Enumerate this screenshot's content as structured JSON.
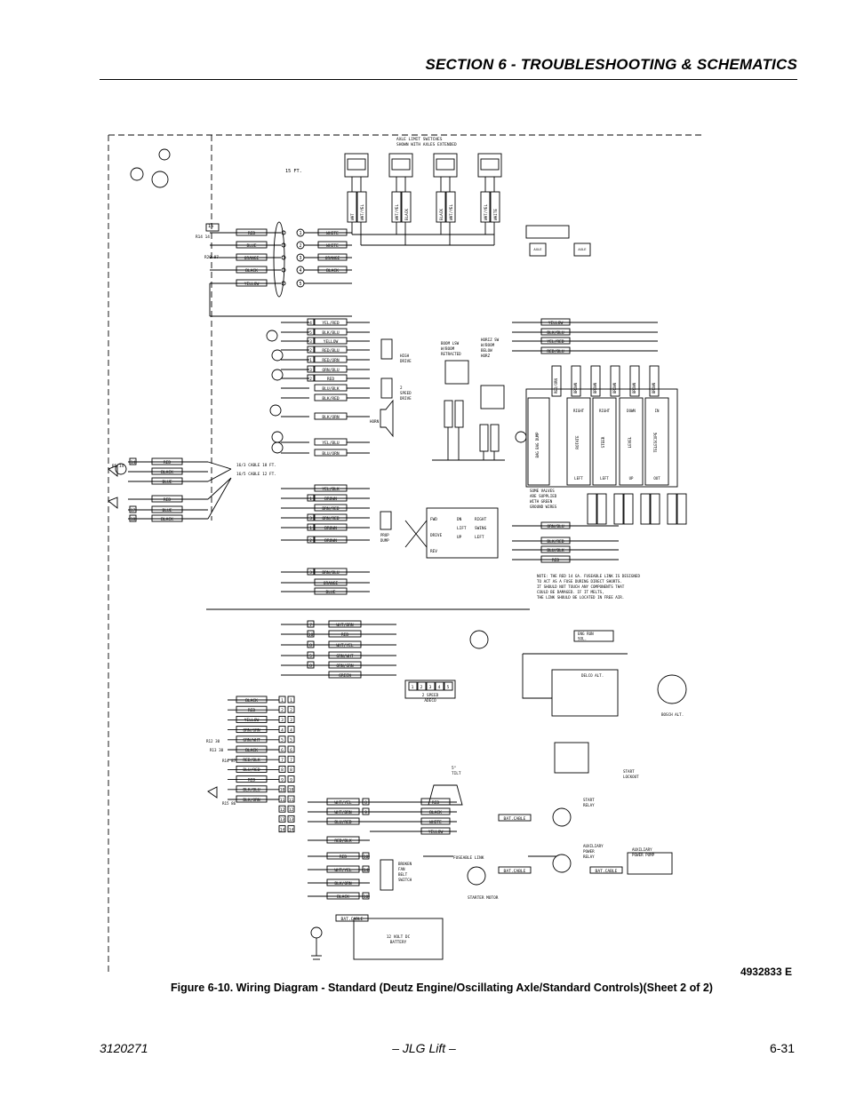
{
  "header": {
    "section_title": "SECTION 6 - TROUBLESHOOTING & SCHEMATICS"
  },
  "figure": {
    "drawing_number": "4932833 E",
    "caption": "Figure 6-10.  Wiring Diagram - Standard (Deutz Engine/Oscillating Axle/Standard Controls)(Sheet 2 of 2)"
  },
  "footer": {
    "doc_number": "3120271",
    "center": "– JLG Lift –",
    "page": "6-31"
  },
  "schematic": {
    "axle_note": [
      "AXLE LIMIT SWITCHES",
      "SHOWN WITH AXLES EXTENDED"
    ],
    "cable_len_top": "15 FT.",
    "top_wires_left": [
      "RED",
      "BLUE",
      "ORANGE",
      "BLACK",
      "YELLOW"
    ],
    "top_wires_right": [
      "WHITE",
      "WHITE",
      "ORANGE",
      "BLACK"
    ],
    "top_pins": [
      "1",
      "2",
      "3",
      "4",
      "5"
    ],
    "axle_switch_wires": [
      "WHT",
      "WHT/YEL",
      "WHT/YEL",
      "BLACK",
      "BLACK",
      "WHT/YEL",
      "WHT/YEL",
      "WHITE"
    ],
    "axle_ext": "AXLE EXT",
    "relay_refs": [
      "R14 14",
      "R20 87",
      "R5 14",
      "R14 30"
    ],
    "mid_wires": [
      "YEL/RED",
      "BLK/BLU",
      "YELLOW",
      "RED/BLU",
      "RED/ORN",
      "ORN/BLU",
      "RED",
      "BLU/BLK",
      "BLK/RED",
      "BLK/ORN",
      "YEL/BLU",
      "BLU/ORN"
    ],
    "mid_pins": [
      "4",
      "5",
      "3",
      "2",
      "1",
      "3",
      "2"
    ],
    "high_drive": [
      "HIGH",
      "DRIVE"
    ],
    "two_speed_drive": [
      "2",
      "SPEED",
      "DRIVE"
    ],
    "horn": "HORN",
    "boom_lsw": [
      "BOOM LSW",
      "W/BOOM",
      "RETRACTED"
    ],
    "horiz_sw": [
      "HORIZ SW",
      "W/BOOM",
      "BELOW",
      "HORZ"
    ],
    "valve_wires_right": [
      "YELLOW",
      "BLK/BLU",
      "YEL/RED",
      "RED/BLU"
    ],
    "valve_labels_top": [
      "RIGHT",
      "RIGHT",
      "DOWN",
      "IN"
    ],
    "valve_names": [
      "ROTATE",
      "STEER",
      "LEVEL",
      "TELESCOPE"
    ],
    "valve_labels_bottom": [
      "LEFT",
      "LEFT",
      "UP",
      "OUT"
    ],
    "bag_dump": [
      "BAG",
      "BAG",
      "DUMP"
    ],
    "ground_note": [
      "SOME VALVES",
      "ARE SUPPLIED",
      "WITH GREEN",
      "GROUND WIRES"
    ],
    "valve_brown": [
      "RED/ORN",
      "BROWN",
      "BROWN",
      "BROWN",
      "BROWN",
      "BROWN"
    ],
    "lower_valve_wires": [
      "ORN/BLU",
      "BLK/RED",
      "BLU/BLK",
      "RED"
    ],
    "note": [
      "NOTE:  THE RED 14 GA. FUSEABLE LINK IS DESIGNED",
      "TO ACT AS A FUSE DURING DIRECT SHORTS.",
      "IT SHOULD NOT TOUCH ANY COMPONENTS THAT",
      "COULD BE DAMAGED.  IF IT MELTS,",
      "THE LINK SHOULD BE LOCATED IN FREE AIR."
    ],
    "cable_16_3": "16/3 CABLE 18 FT.",
    "cable_16_5": "16/5 CABLE 12 FT.",
    "left_cable_wires": [
      "RED",
      "BLACK",
      "BLUE",
      "RED",
      "BLUE",
      "BLACK"
    ],
    "left_cable_pins": [
      "14",
      "17",
      "18"
    ],
    "drive_wires": [
      "YEL/BLK",
      "BROWN",
      "BRN/RED",
      "ORN/RED",
      "BROWN",
      "BROWN",
      "BRN/BLU",
      "ORANGE",
      "BLUE"
    ],
    "drive_pins": [
      "1",
      "3",
      "1",
      "2",
      "3"
    ],
    "prop_dump": [
      "PROP",
      "DUMP"
    ],
    "drive_block": [
      "FWD",
      "DRIVE",
      "REV",
      "DN",
      "LIFT",
      "UP",
      "RIGHT",
      "SWING",
      "LEFT"
    ],
    "engine_wires": [
      "WHT/BRN",
      "RED",
      "WHT/YEL",
      "GRN/WHT",
      "ORN/GRN",
      "GREEN"
    ],
    "engine_nums": [
      "7",
      "10",
      "8",
      "5",
      "8"
    ],
    "eng_run_sol": [
      "ENG RUN",
      "SOL."
    ],
    "adeco": [
      "2 SPEED",
      "ADECO"
    ],
    "adeco_pins": [
      "1",
      "2",
      "3",
      "4",
      "5"
    ],
    "deloo_alt": "DELCO ALT.",
    "bosch_alt": "BOSCH ALT.",
    "terminal_wires": [
      "BLACK",
      "RED",
      "YELLOW",
      "ORN/GRN",
      "GRN/WHT",
      "BLACK",
      "RED/BLK",
      "BLU/RED",
      "RED",
      "BLK/BLU",
      "BLK/ORN"
    ],
    "terminal_nums": [
      "10",
      "10",
      "12",
      "",
      "",
      "7",
      "",
      "",
      "12",
      "",
      ""
    ],
    "terminal_pins": [
      "1",
      "2",
      "3",
      "4",
      "5",
      "6",
      "7",
      "8",
      "9",
      "10",
      "11",
      "12",
      "13",
      "14"
    ],
    "relay_refs_lower": [
      "R12 30",
      "R13 30",
      "R14 87",
      "R15 86"
    ],
    "start_lockout": [
      "START",
      "LOCKOUT"
    ],
    "start_relay": [
      "START",
      "RELAY"
    ],
    "tilt": [
      "5°",
      "TILT"
    ],
    "tilt_wires": [
      "RED",
      "BLACK",
      "WHITE",
      "YELLOW"
    ],
    "lower_wires": [
      "WHT/YEL",
      "WHT/BRN",
      "BLU/RED",
      "RED/BLK",
      "RED",
      "WHT/YEL",
      "BLK/ORN",
      "BLACK"
    ],
    "lower_nums": [
      "8",
      "9",
      "",
      "",
      "10",
      "14",
      "",
      "10"
    ],
    "bat_cable": "BAT.CABLE",
    "fuseable_link": "FUSEABLE LINK",
    "aux_relay": [
      "AUXILIARY",
      "POWER",
      "RELAY"
    ],
    "aux_pump": [
      "AUXILIARY",
      "POWER PUMP"
    ],
    "starter_motor": "STARTER MOTOR",
    "broken_belt": [
      "BROKEN",
      "FAN",
      "BELT",
      "SWITCH"
    ],
    "battery": [
      "12 VOLT DC",
      "BATTERY"
    ]
  }
}
